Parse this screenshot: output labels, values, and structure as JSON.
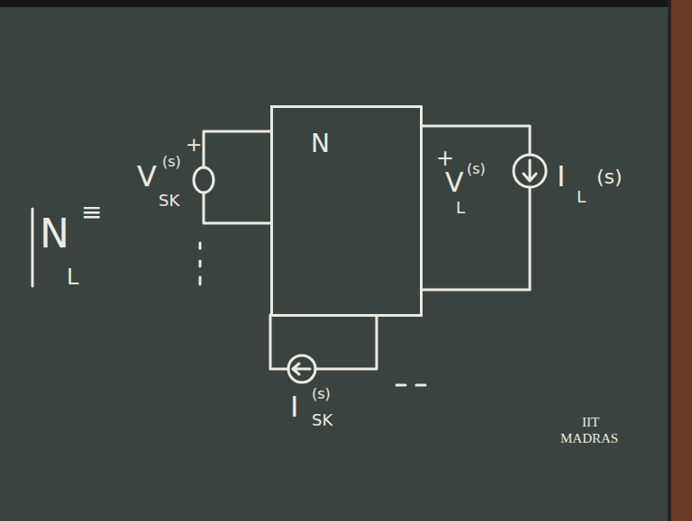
{
  "diagram": {
    "nodes": [
      {
        "text": [
          "N"
        ]
      }
    ],
    "labels": [
      "+",
      "V",
      "(s)",
      "SK",
      "+",
      "V",
      "(s)",
      "L",
      "I",
      "L",
      "(s)",
      "I",
      "(s)",
      "SK",
      "N",
      "L",
      "≡",
      "IIT",
      "MADRAS"
    ]
  }
}
